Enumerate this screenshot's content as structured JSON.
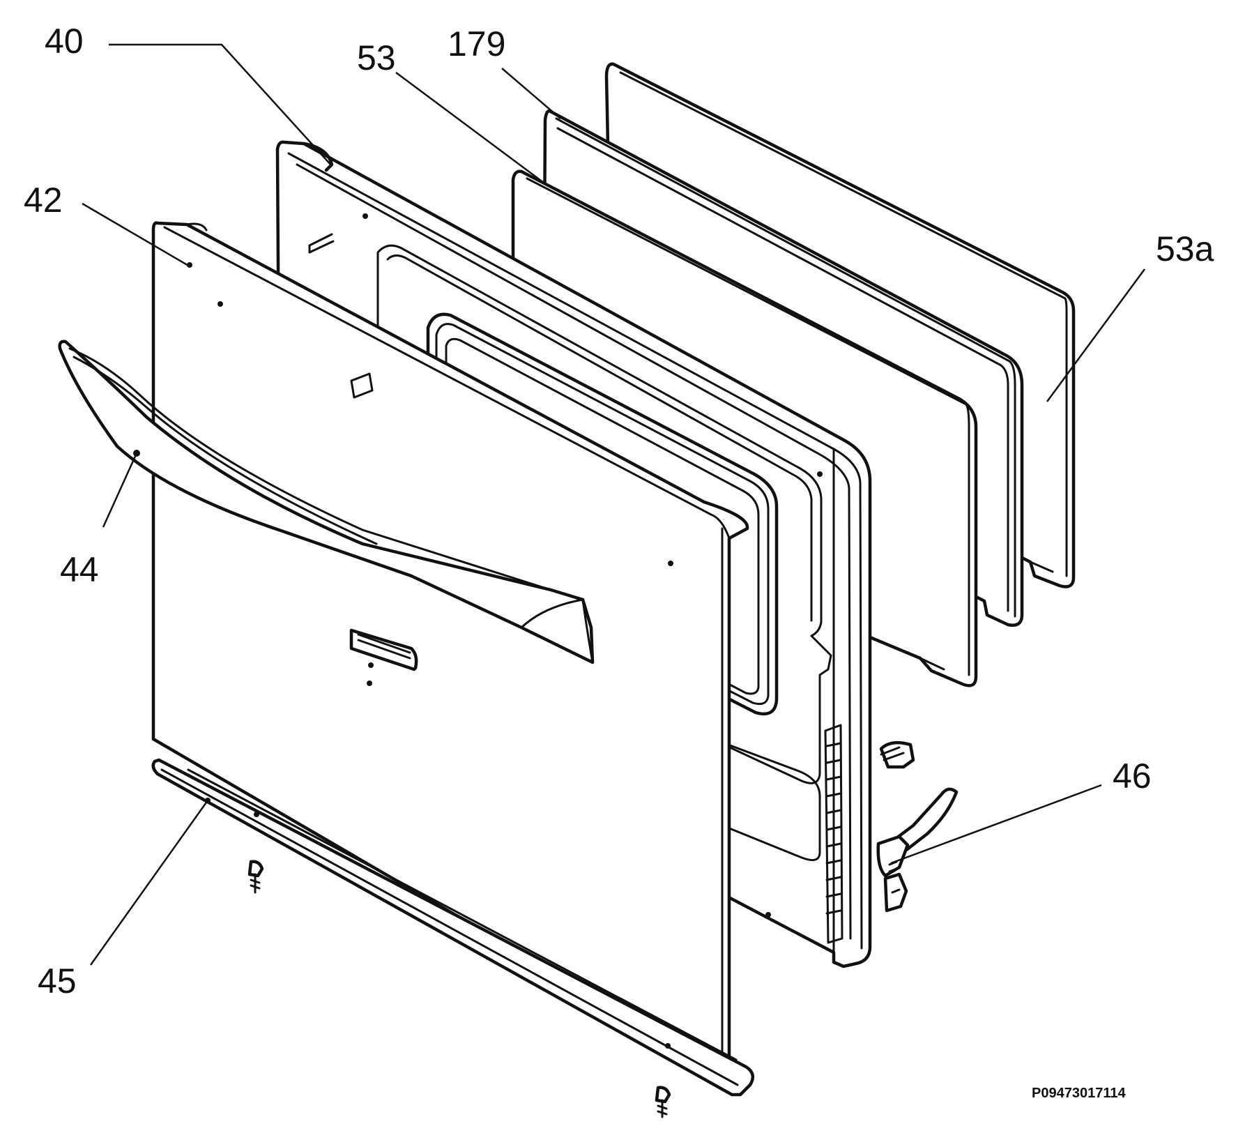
{
  "diagram": {
    "type": "exploded-parts-view",
    "callouts": [
      {
        "id": "40",
        "text": "40"
      },
      {
        "id": "53",
        "text": "53"
      },
      {
        "id": "179",
        "text": "179"
      },
      {
        "id": "42",
        "text": "42"
      },
      {
        "id": "53a",
        "text": "53a"
      },
      {
        "id": "44",
        "text": "44"
      },
      {
        "id": "46",
        "text": "46"
      },
      {
        "id": "45",
        "text": "45"
      }
    ],
    "reference_code": "P09473017114"
  }
}
